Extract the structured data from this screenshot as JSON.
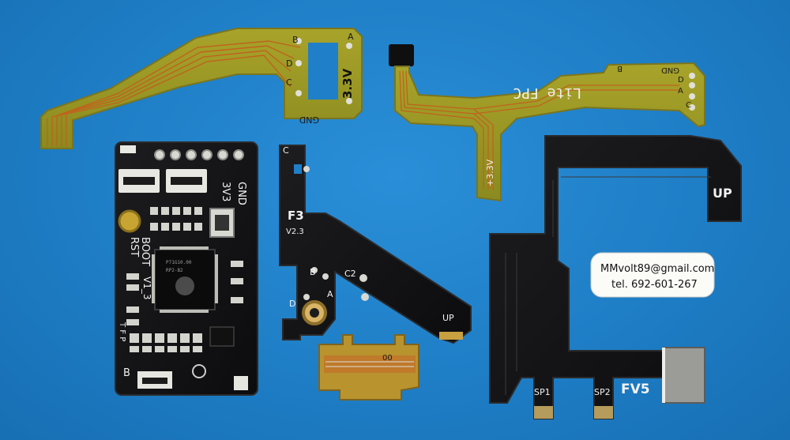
{
  "photo": {
    "background_color": "#1f7fc8",
    "flex_a": {
      "labels": [
        "B",
        "A",
        "D",
        "C",
        "3.3V",
        "GND"
      ]
    },
    "flex_lite": {
      "title": "Lite FPC",
      "labels": [
        "B",
        "GND",
        "D",
        "A",
        "C",
        "+3.3V"
      ]
    },
    "board": {
      "side_labels": [
        "GND",
        "3V3",
        "BOOT",
        "RST",
        "V1_3",
        "T F P",
        "B"
      ],
      "chip_text": [
        "RP2-B2",
        "P71G10.00"
      ]
    },
    "f3_board": {
      "labels": [
        "C",
        "F3",
        "V2.3",
        "B",
        "C2",
        "D",
        "A",
        "UP"
      ]
    },
    "fv5_board": {
      "labels": [
        "UP",
        "SP1",
        "SP2",
        "FV5"
      ]
    },
    "sticker": {
      "email": "MMvolt89@gmail.com",
      "phone": "tel. 692-601-267"
    },
    "bridge_board": {
      "label": "00"
    }
  }
}
